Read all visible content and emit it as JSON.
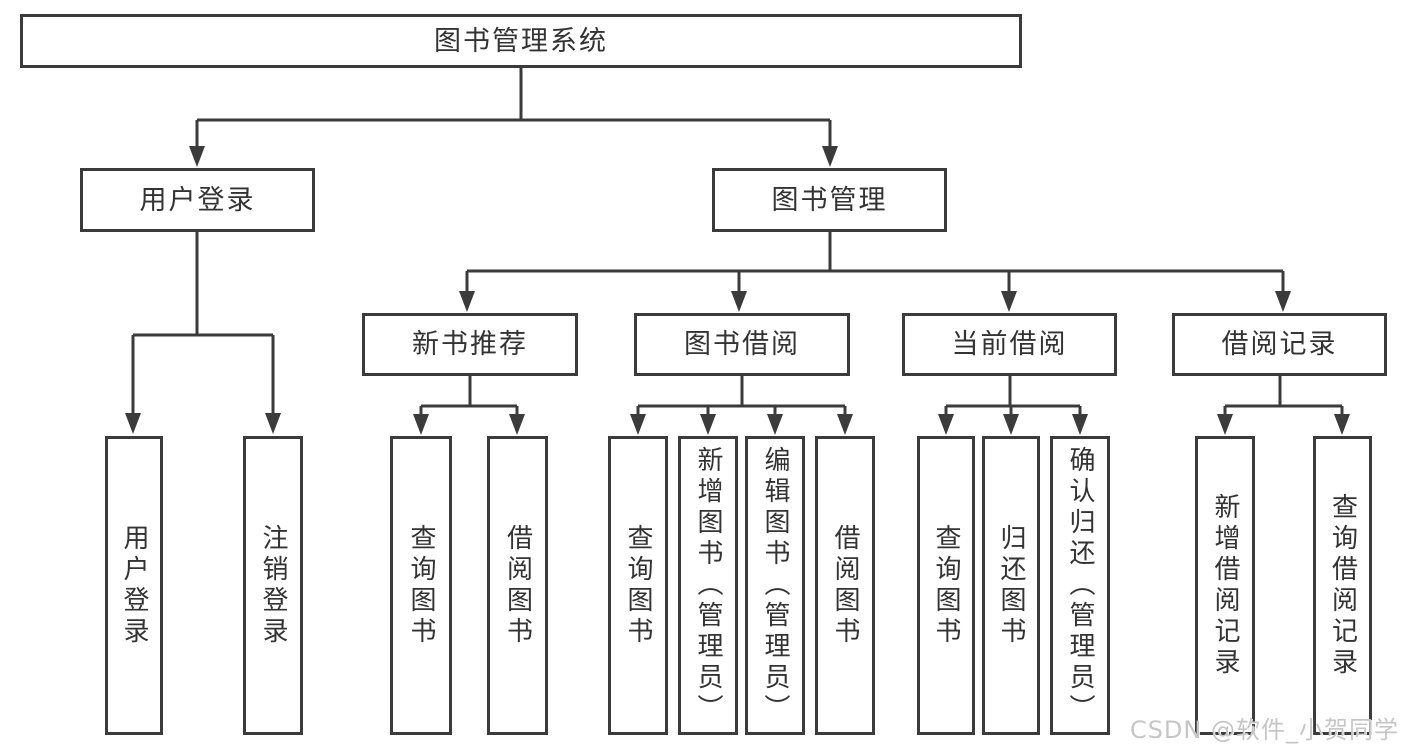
{
  "diagram": {
    "root": {
      "label": "图书管理系统"
    },
    "level2": [
      {
        "label": "用户登录"
      },
      {
        "label": "图书管理"
      }
    ],
    "level3": [
      {
        "label": "新书推荐",
        "parent": "图书管理"
      },
      {
        "label": "图书借阅",
        "parent": "图书管理"
      },
      {
        "label": "当前借阅",
        "parent": "图书管理"
      },
      {
        "label": "借阅记录",
        "parent": "图书管理"
      }
    ],
    "leaves": [
      {
        "label": "用户登录",
        "parent": "用户登录"
      },
      {
        "label": "注销登录",
        "parent": "用户登录"
      },
      {
        "label": "查询图书",
        "parent": "新书推荐"
      },
      {
        "label": "借阅图书",
        "parent": "新书推荐"
      },
      {
        "label": "查询图书",
        "parent": "图书借阅"
      },
      {
        "label": "新增图书（管理员）",
        "parent": "图书借阅"
      },
      {
        "label": "编辑图书（管理员）",
        "parent": "图书借阅"
      },
      {
        "label": "借阅图书",
        "parent": "图书借阅"
      },
      {
        "label": "查询图书",
        "parent": "当前借阅"
      },
      {
        "label": "归还图书",
        "parent": "当前借阅"
      },
      {
        "label": "确认归还（管理员）",
        "parent": "当前借阅"
      },
      {
        "label": "新增借阅记录",
        "parent": "借阅记录"
      },
      {
        "label": "查询借阅记录",
        "parent": "借阅记录"
      }
    ]
  },
  "watermark": {
    "text": "CSDN @软件_小贺同学"
  },
  "colors": {
    "line": "#3b3b3b",
    "box_border": "#3b3b3b",
    "text": "#333333",
    "background": "#ffffff",
    "watermark": "#c6c6c6"
  }
}
